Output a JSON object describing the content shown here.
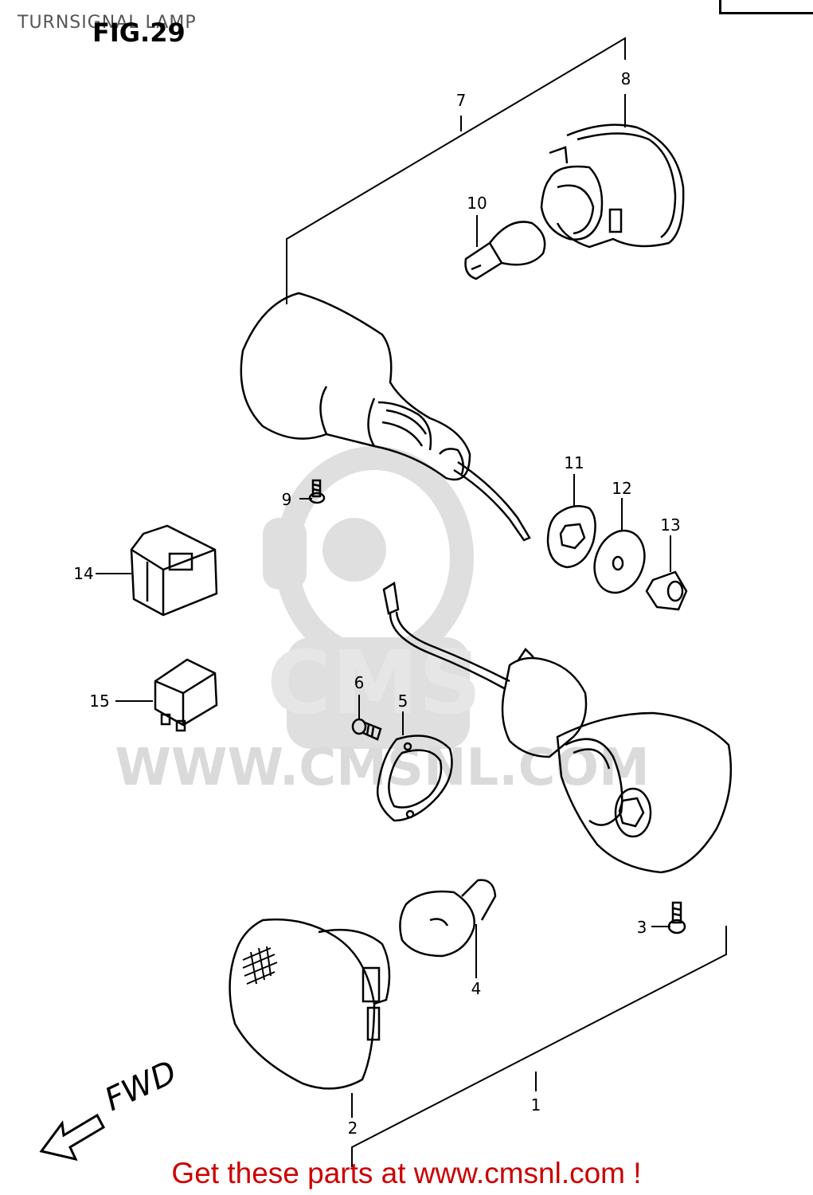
{
  "header": {
    "title": "TURNSIGNAL LAMP",
    "figure": "FIG.29"
  },
  "callouts": [
    {
      "id": "1"
    },
    {
      "id": "2"
    },
    {
      "id": "3"
    },
    {
      "id": "4"
    },
    {
      "id": "5"
    },
    {
      "id": "6"
    },
    {
      "id": "7"
    },
    {
      "id": "8"
    },
    {
      "id": "9"
    },
    {
      "id": "10"
    },
    {
      "id": "11"
    },
    {
      "id": "12"
    },
    {
      "id": "13"
    },
    {
      "id": "14"
    },
    {
      "id": "15"
    }
  ],
  "direction": {
    "label": "FWD",
    "icon": "arrow-left-icon"
  },
  "watermark": {
    "brand": "CMS",
    "url": "WWW.CMSNL.COM"
  },
  "footer": {
    "text": "Get these parts at www.cmsnl.com !",
    "color": "#cc0000"
  },
  "colors": {
    "line": "#000000",
    "watermark": "#d8d8d8"
  }
}
